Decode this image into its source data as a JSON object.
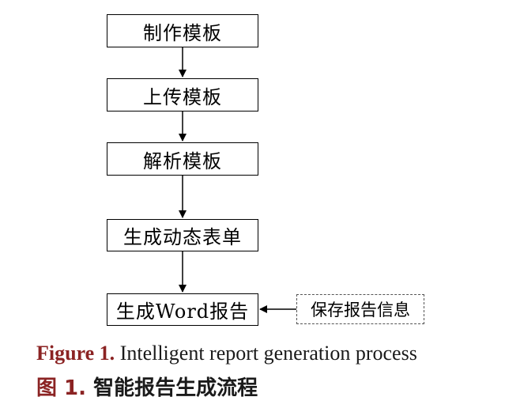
{
  "diagram": {
    "steps": [
      "制作模板",
      "上传模板",
      "解析模板",
      "生成动态表单",
      "生成Word报告"
    ],
    "side_input": "保存报告信息"
  },
  "caption": {
    "en_label": "Figure 1.",
    "en_text": "Intelligent report generation process",
    "zh_label": "图 1.",
    "zh_text": "智能报告生成流程"
  },
  "colors": {
    "figure_label": "#8b2323",
    "stroke": "#000000"
  }
}
